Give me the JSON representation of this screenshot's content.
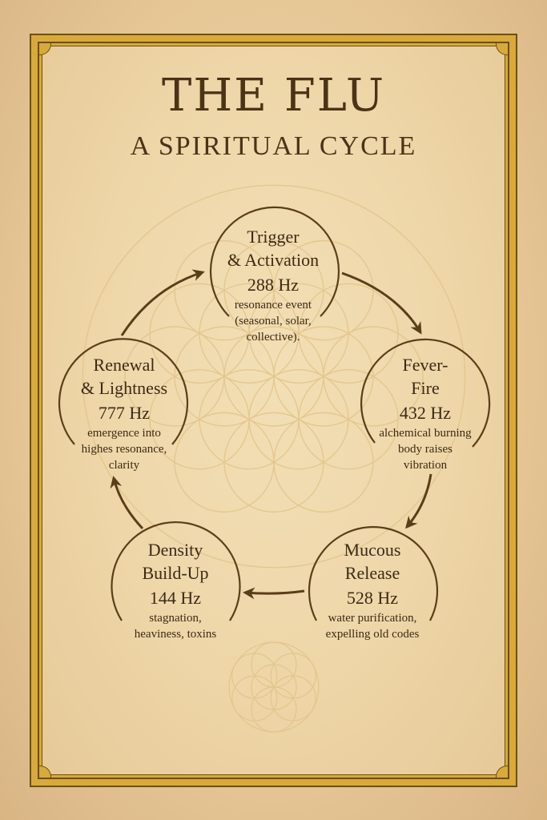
{
  "header": {
    "title": "THE FLU",
    "subtitle": "A SPIRITUAL CYCLE"
  },
  "colors": {
    "ink": "#4a3317",
    "stroke": "#5a3e1a",
    "gold_frame": "#d9aa3a",
    "paper": "#eed6a8",
    "pattern": "#e2c48a"
  },
  "stages": [
    {
      "name_line1": "Trigger",
      "name_line2": "& Activation",
      "frequency": "288 Hz",
      "desc_line1": "resonance event",
      "desc_line2": "(seasonal, solar,",
      "desc_line3": "collective)."
    },
    {
      "name_line1": "Fever-",
      "name_line2": "Fire",
      "frequency": "432 Hz",
      "desc_line1": "alchemical burning",
      "desc_line2": "body raises",
      "desc_line3": "vibration"
    },
    {
      "name_line1": "Mucous",
      "name_line2": "Release",
      "frequency": "528 Hz",
      "desc_line1": "water purification,",
      "desc_line2": "expelling old codes",
      "desc_line3": ""
    },
    {
      "name_line1": "Density",
      "name_line2": "Build-Up",
      "frequency": "144 Hz",
      "desc_line1": "stagnation,",
      "desc_line2": "heaviness,  toxins",
      "desc_line3": ""
    },
    {
      "name_line1": "Renewal",
      "name_line2": "& Lightness",
      "frequency": "777 Hz",
      "desc_line1": "emergence into",
      "desc_line2": "highes resonance,",
      "desc_line3": "clarity"
    }
  ],
  "flow": [
    {
      "from": "Trigger & Activation",
      "to": "Fever-Fire"
    },
    {
      "from": "Fever-Fire",
      "to": "Mucous Release"
    },
    {
      "from": "Mucous Release",
      "to": "Density Build-Up"
    },
    {
      "from": "Density Build-Up",
      "to": "Renewal & Lightness"
    },
    {
      "from": "Renewal & Lightness",
      "to": "Trigger & Activation"
    }
  ]
}
